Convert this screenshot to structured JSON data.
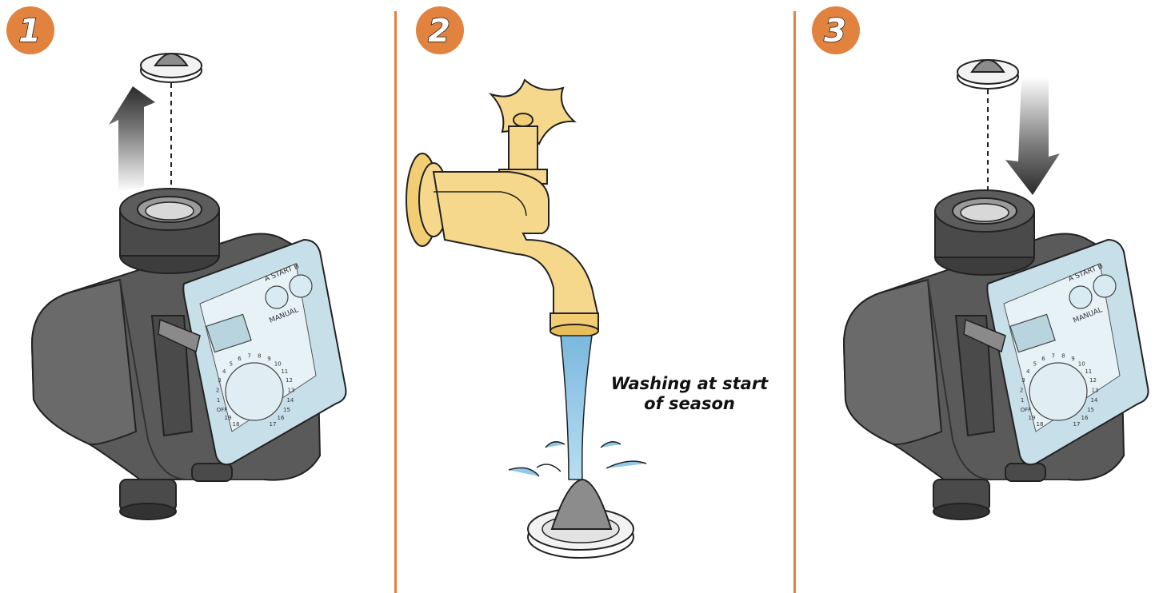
{
  "steps": [
    {
      "number": "1"
    },
    {
      "number": "2",
      "caption_line1": "Washing at start",
      "caption_line2": "of season"
    },
    {
      "number": "3"
    }
  ],
  "colors": {
    "accent": "#e1823f",
    "body": "#5a5a5a",
    "tap": "#f6d88c",
    "water": "#8fc8e8"
  },
  "timer_panel": {
    "start_label": "A   START   B",
    "manual_label": "MANUAL",
    "dial_numbers": [
      "18",
      "19",
      "OFF",
      "1",
      "2",
      "3",
      "4",
      "5",
      "6",
      "7",
      "8",
      "9",
      "10",
      "11",
      "12",
      "13",
      "14",
      "15",
      "16",
      "17"
    ]
  }
}
